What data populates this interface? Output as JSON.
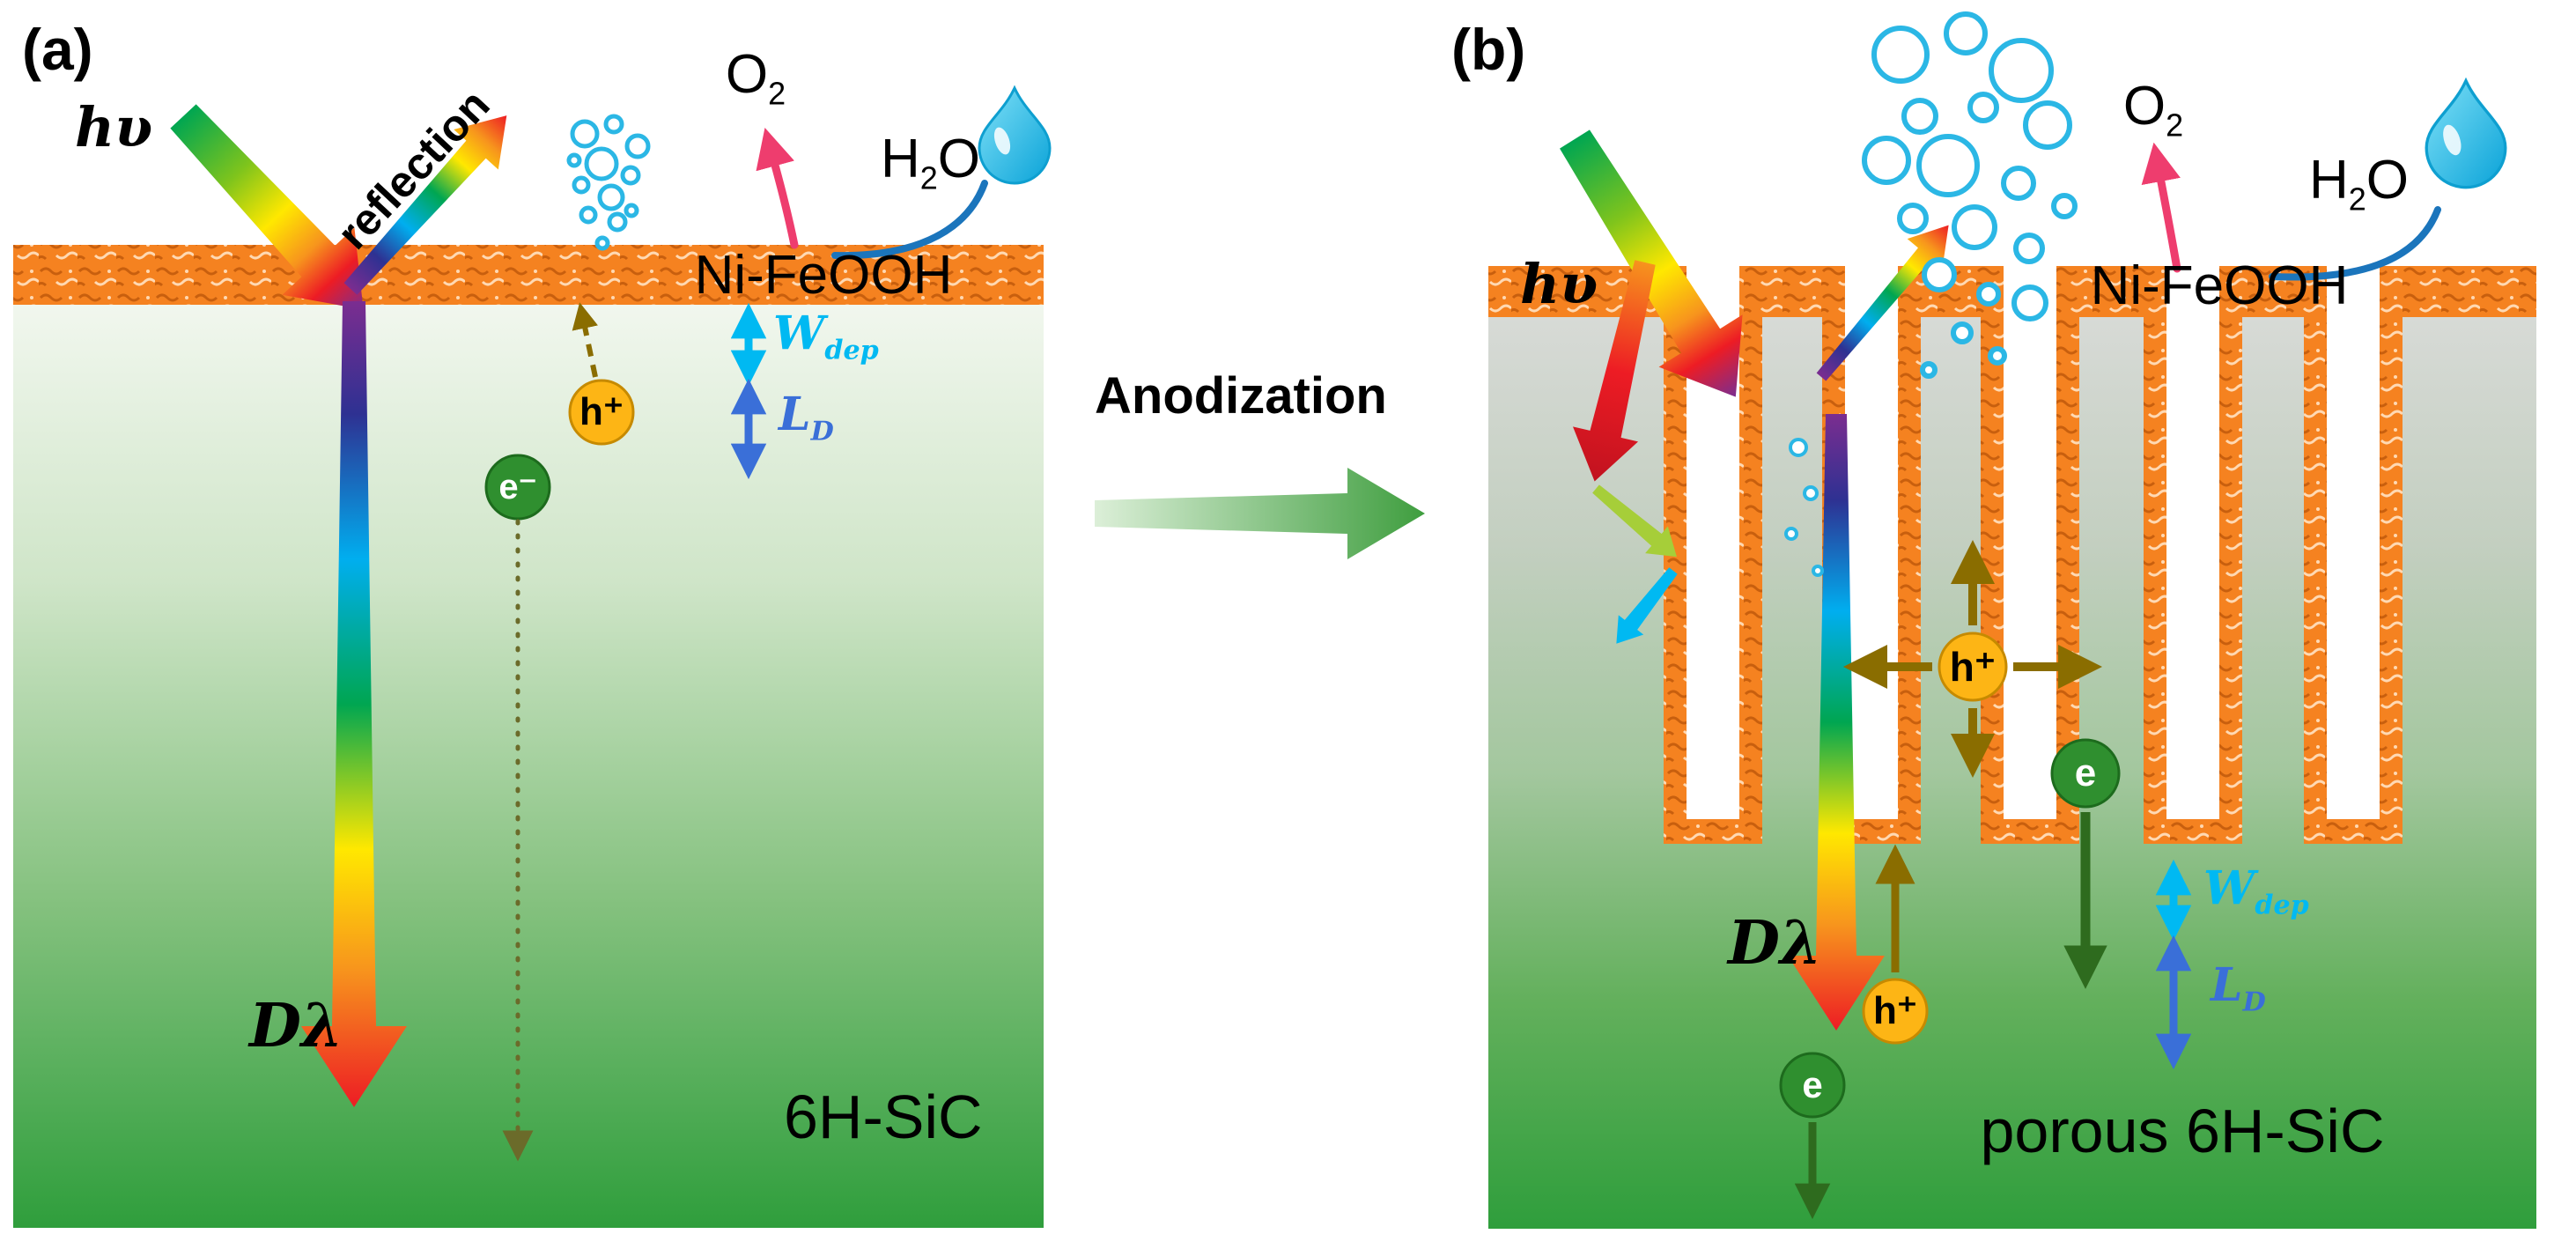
{
  "panel_a": {
    "label": "(a)",
    "light": "hυ",
    "reflection": "reflection",
    "o2": {
      "main": "O",
      "sub": "2"
    },
    "h2o": {
      "h": "H",
      "sub": "2",
      "o": "O"
    },
    "catalyst": "Ni-FeOOH",
    "wdep": {
      "main": "W",
      "sub": "dep"
    },
    "ld": {
      "main": "L",
      "sub": "D"
    },
    "hole": "h⁺",
    "electron": "e⁻",
    "penetration": "Dλ",
    "substrate": "6H-SiC"
  },
  "transition": {
    "label": "Anodization"
  },
  "panel_b": {
    "label": "(b)",
    "light": "hυ",
    "o2": {
      "main": "O",
      "sub": "2"
    },
    "h2o": {
      "h": "H",
      "sub": "2",
      "o": "O"
    },
    "catalyst": "Ni-FeOOH",
    "wdep": {
      "main": "W",
      "sub": "dep"
    },
    "ld": {
      "main": "L",
      "sub": "D"
    },
    "hole": "h⁺",
    "hole2": "h⁺",
    "electron": "e",
    "electron2": "e",
    "penetration": "Dλ",
    "substrate": "porous 6H-SiC"
  },
  "colors": {
    "catalyst_orange": "#f58220",
    "bubble_blue": "#2bb7e5",
    "hole_yellow": "#fdb515",
    "electron_green": "#2f8f2f",
    "oxygen_arrow_pink": "#ee3d6e",
    "water_blue": "#1b75bc",
    "wdep_cyan": "#00b9f2",
    "ld_blue": "#3a6fd8",
    "sic_green": "#2f9e3c"
  }
}
